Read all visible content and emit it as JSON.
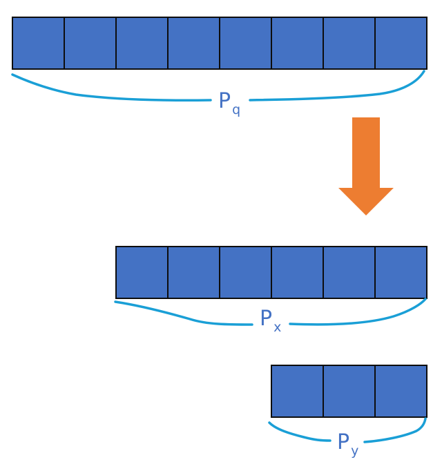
{
  "colors": {
    "cell_fill": "#4472C4",
    "cell_border": "#0D0D0D",
    "brace": "#1A9FD6",
    "arrow": "#ED7D31",
    "label_text": "#4472C4",
    "background": "#FFFFFF"
  },
  "arrays": [
    {
      "label": "P",
      "subscript": "q",
      "cells": 8
    },
    {
      "label": "P",
      "subscript": "x",
      "cells": 6
    },
    {
      "label": "P",
      "subscript": "y",
      "cells": 3
    }
  ],
  "arrow": {
    "icon": "down-arrow-icon",
    "direction": "down"
  }
}
